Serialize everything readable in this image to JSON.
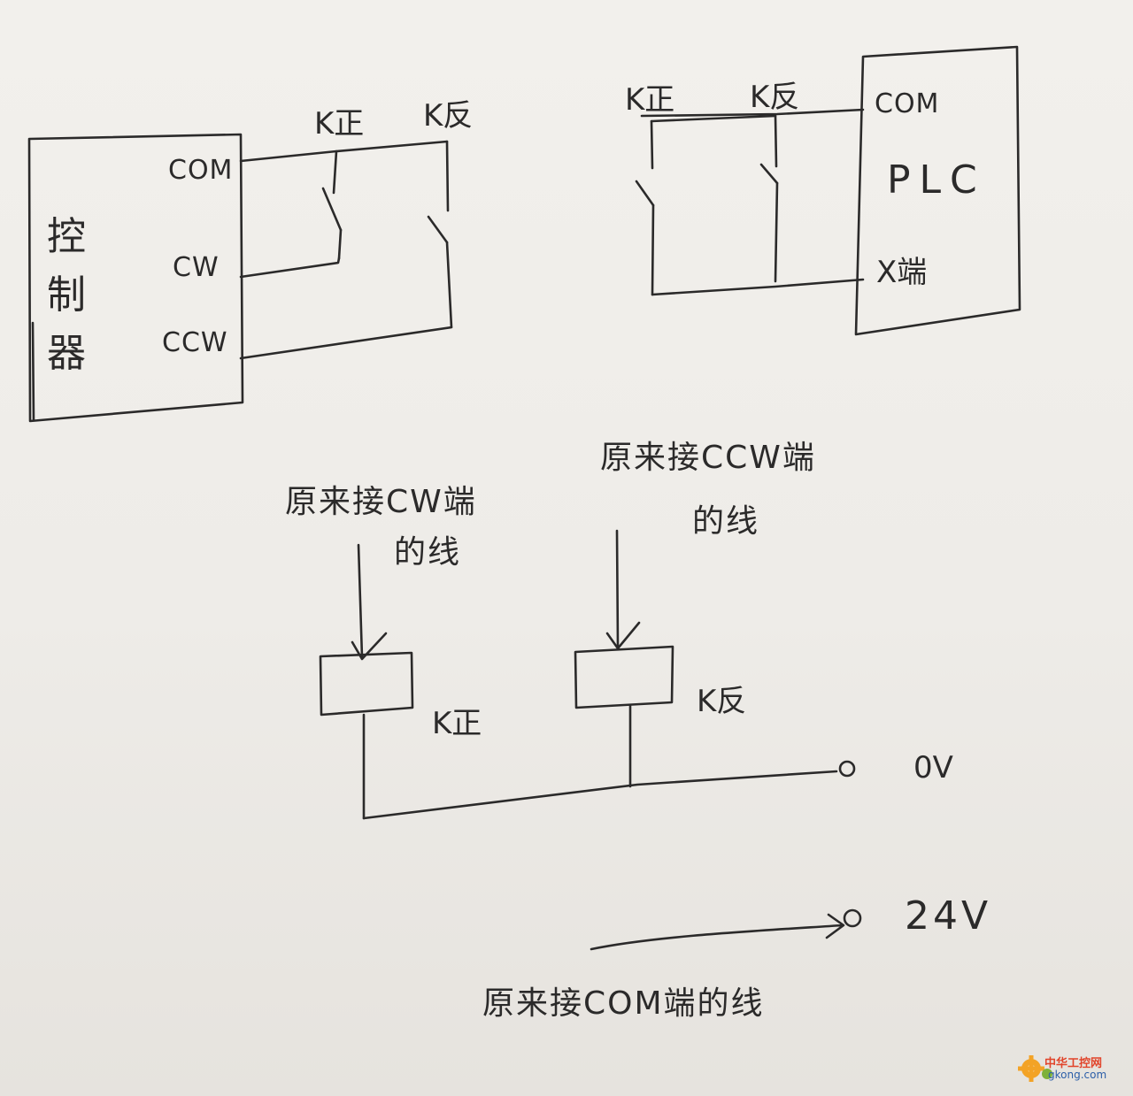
{
  "controller": {
    "title": "控制器",
    "ports": {
      "com": "COM",
      "cw": "CW",
      "ccw": "CCW"
    }
  },
  "relays": {
    "forward": "K正",
    "reverse": "K反"
  },
  "plc": {
    "title": "PLC",
    "com": "COM",
    "x_terminal": "X端"
  },
  "notes": {
    "cw_wire": [
      "原来接CW端",
      "的线"
    ],
    "ccw_wire": [
      "原来接CCW端",
      "的线"
    ],
    "com_wire": "原来接COM端的线"
  },
  "supply": {
    "zero_v": "0V",
    "v24": "24V"
  },
  "watermark": {
    "name": "中华工控网",
    "site": "gkong.com"
  },
  "colors": {
    "ink": "#2b2a2a",
    "paper": "#efede9",
    "watermark_red": "#e1442a",
    "watermark_blue": "#2c5fa8"
  }
}
